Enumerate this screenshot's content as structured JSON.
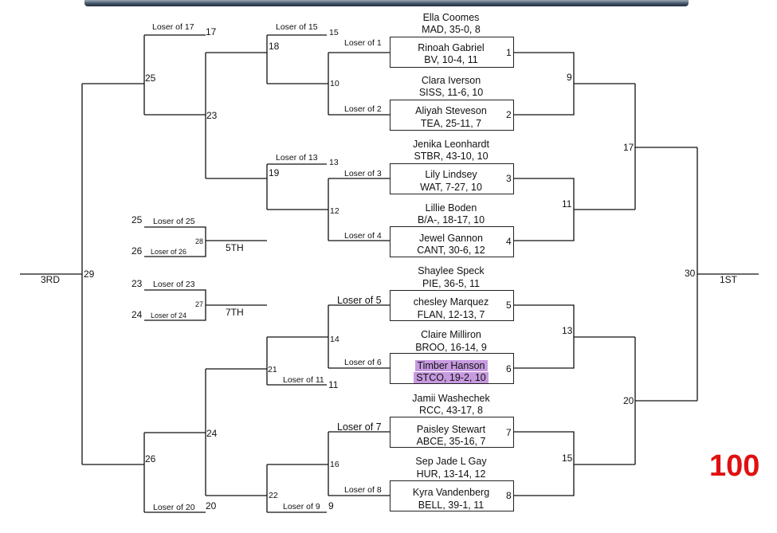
{
  "score": "100",
  "places": {
    "first": "1ST",
    "third": "3RD",
    "fifth": "5TH",
    "seventh": "7TH"
  },
  "matches": [
    {
      "num": "1",
      "top": {
        "name": "Ella Coomes",
        "rec": "MAD, 35-0, 8"
      },
      "bottom": {
        "name": "Rinoah Gabriel",
        "rec": "BV, 10-4, 11"
      },
      "loser_label": "Loser of 1"
    },
    {
      "num": "2",
      "top": {
        "name": "Clara Iverson",
        "rec": "SISS, 11-6, 10"
      },
      "bottom": {
        "name": "Aliyah Steveson",
        "rec": "TEA, 25-11, 7"
      },
      "loser_label": "Loser of 2"
    },
    {
      "num": "3",
      "top": {
        "name": "Jenika Leonhardt",
        "rec": "STBR, 43-10, 10"
      },
      "bottom": {
        "name": "Lily Lindsey",
        "rec": "WAT, 7-27, 10"
      },
      "loser_label": "Loser of 3"
    },
    {
      "num": "4",
      "top": {
        "name": "Lillie Boden",
        "rec": "B/A-, 18-17, 10"
      },
      "bottom": {
        "name": "Jewel Gannon",
        "rec": "CANT, 30-6, 12"
      },
      "loser_label": "Loser of 4"
    },
    {
      "num": "5",
      "top": {
        "name": "Shaylee Speck",
        "rec": "PIE, 36-5, 11"
      },
      "bottom": {
        "name": "chesley Marquez",
        "rec": "FLAN, 12-13, 7"
      },
      "loser_label": "Loser of 5"
    },
    {
      "num": "6",
      "top": {
        "name": "Claire Milliron",
        "rec": "BROO, 16-14, 9"
      },
      "bottom": {
        "name": "Timber Hanson",
        "rec": "STCO, 19-2, 10"
      },
      "loser_label": "Loser of 6"
    },
    {
      "num": "7",
      "top": {
        "name": "Jamii Washechek",
        "rec": "RCC, 43-17, 8"
      },
      "bottom": {
        "name": "Paisley Stewart",
        "rec": "ABCE, 35-16, 7"
      },
      "loser_label": "Loser of 7"
    },
    {
      "num": "8",
      "top": {
        "name": "Sep Jade L Gay",
        "rec": "HUR, 13-14, 12"
      },
      "bottom": {
        "name": "Kyra Vandenberg",
        "rec": "BELL, 39-1, 11"
      },
      "loser_label": "Loser of 8"
    }
  ],
  "winner_bouts": {
    "m9": "9",
    "m11": "11",
    "m13": "13",
    "m15": "15",
    "m17": "17",
    "m20": "20",
    "m30": "30"
  },
  "consolation": {
    "loser15": "Loser of 15",
    "n15": "15",
    "loser13": "Loser of 13",
    "n13": "13",
    "loser11": "Loser of 11",
    "n11": "11",
    "loser9": "Loser of 9",
    "n9": "9",
    "loser17": "Loser of 17",
    "n17": "17",
    "loser20": "Loser of 20",
    "n20": "20",
    "n10": "10",
    "n12": "12",
    "n14": "14",
    "n16": "16",
    "n18": "18",
    "n19": "19",
    "n21": "21",
    "n22": "22",
    "n23": "23",
    "n24": "24",
    "n25": "25",
    "n26": "26",
    "n29": "29",
    "fifth": {
      "a_num": "25",
      "a_label": "Loser of 25",
      "b_num": "26",
      "b_label": "Loser of 26",
      "bout": "28"
    },
    "seventh": {
      "a_num": "23",
      "a_label": "Loser of 23",
      "b_num": "24",
      "b_label": "Loser of 24",
      "bout": "27"
    }
  }
}
